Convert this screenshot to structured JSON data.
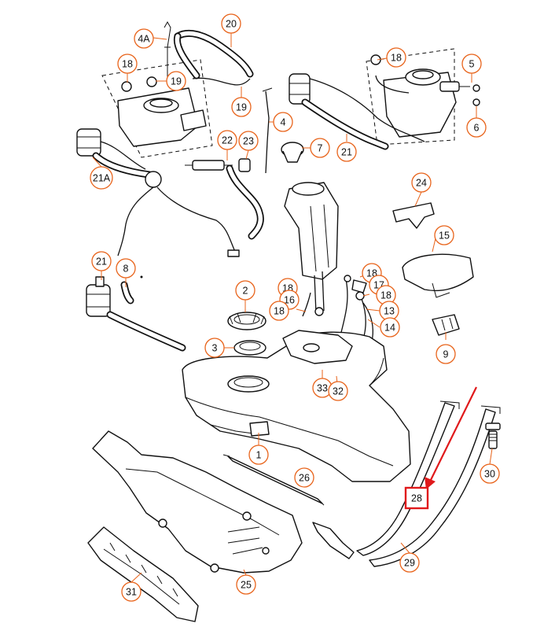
{
  "callouts": {
    "c20": "20",
    "c4A": "4A",
    "c18a": "18",
    "c19a": "19",
    "c18b": "18",
    "c5": "5",
    "c6": "6",
    "c19b": "19",
    "c4": "4",
    "c22": "22",
    "c23": "23",
    "c7": "7",
    "c21a": "21",
    "c21A": "21A",
    "c24": "24",
    "c15": "15",
    "c21b": "21",
    "c8": "8",
    "c2": "2",
    "c18c": "18",
    "c16": "16",
    "c18d": "18",
    "c18e": "18",
    "c17": "17",
    "c18f": "18",
    "c13": "13",
    "c14": "14",
    "c3": "3",
    "c9": "9",
    "c33": "33",
    "c32": "32",
    "c1": "1",
    "c26": "26",
    "c30": "30",
    "c28": "28",
    "c29": "29",
    "c25": "25",
    "c31": "31"
  },
  "highlight": {
    "part_number": "28",
    "color": "#e0191b"
  },
  "colors": {
    "callout_ring": "#e8631a",
    "linework": "#111111"
  }
}
